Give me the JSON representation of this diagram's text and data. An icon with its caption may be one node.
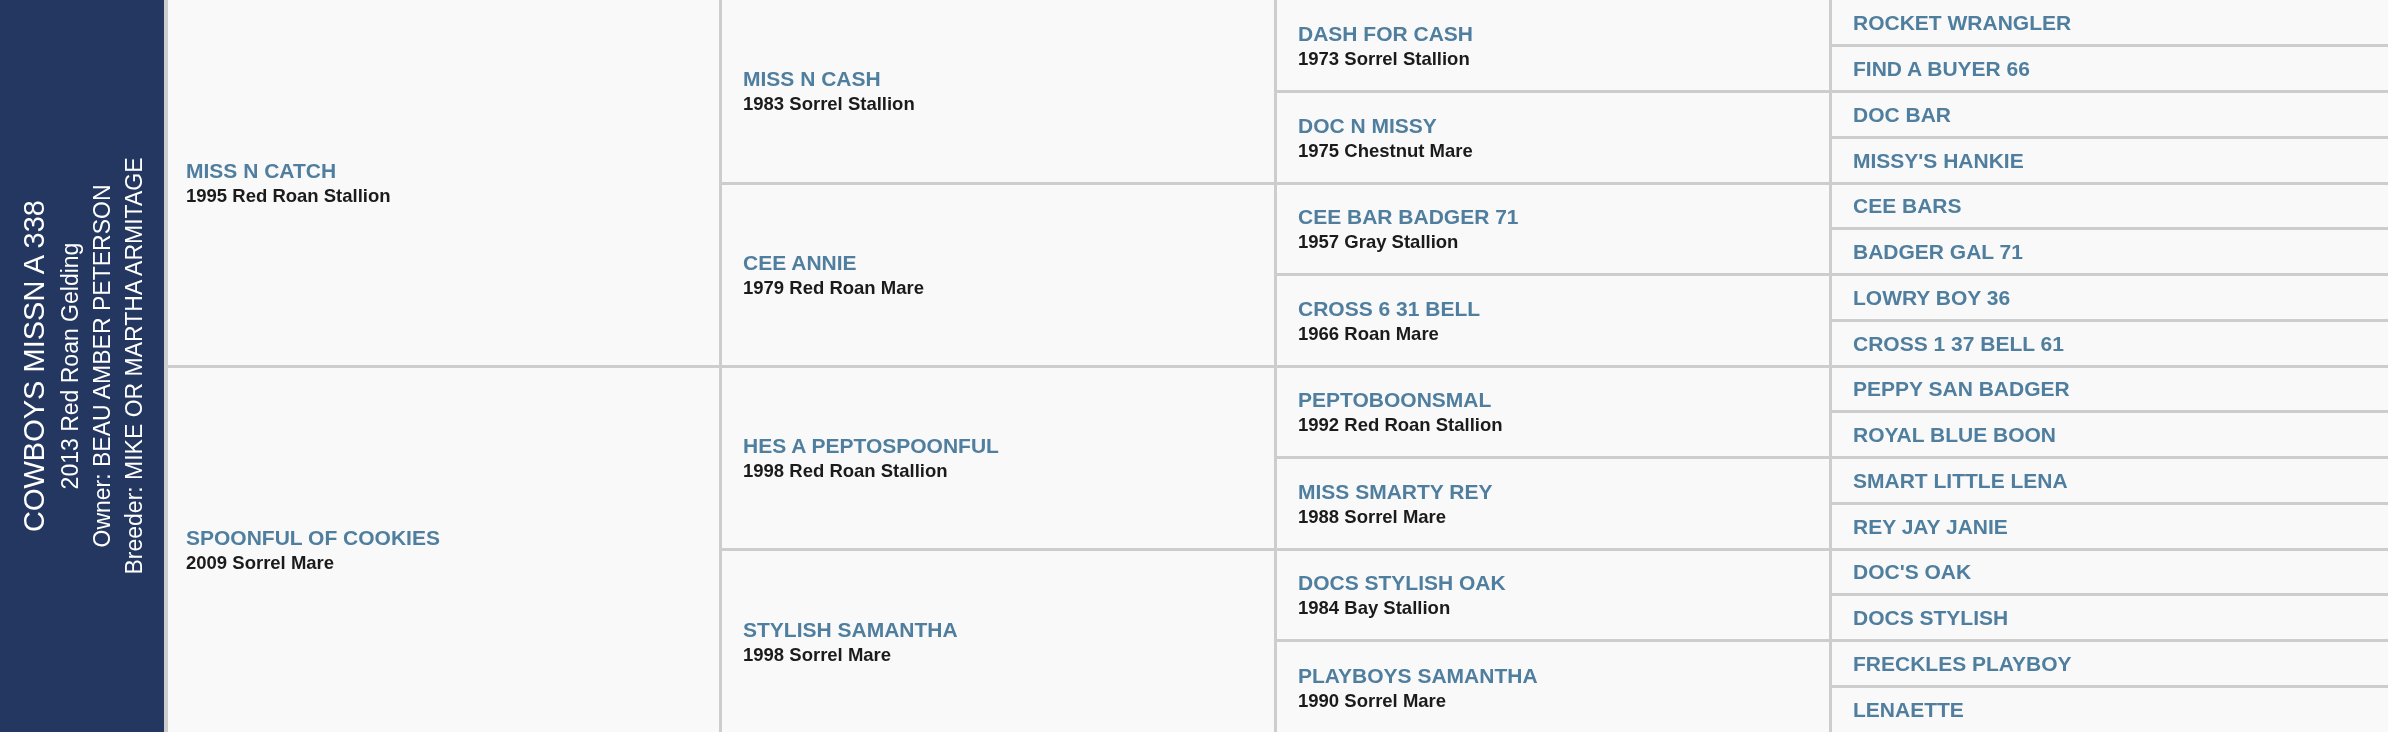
{
  "diagram": {
    "nodes": [
      {
        "text": [
          "COWBOYS MISSN A 338",
          "2013 Red Roan Gelding",
          "Owner: BEAU AMBER PETERSON",
          "Breeder: MIKE OR MARTHA ARMITAGE"
        ]
      },
      {
        "text": [
          "MISS N CATCH",
          "1995 Red Roan Stallion"
        ]
      },
      {
        "text": [
          "SPOONFUL OF COOKIES",
          "2009 Sorrel Mare"
        ]
      },
      {
        "text": [
          "MISS N CASH",
          "1983 Sorrel Stallion"
        ]
      },
      {
        "text": [
          "CEE ANNIE",
          "1979 Red Roan Mare"
        ]
      },
      {
        "text": [
          "HES A PEPTOSPOONFUL",
          "1998 Red Roan Stallion"
        ]
      },
      {
        "text": [
          "STYLISH SAMANTHA",
          "1998 Sorrel Mare"
        ]
      },
      {
        "text": [
          "DASH FOR CASH",
          "1973 Sorrel Stallion"
        ]
      },
      {
        "text": [
          "DOC N MISSY",
          "1975 Chestnut Mare"
        ]
      },
      {
        "text": [
          "CEE BAR BADGER 71",
          "1957 Gray Stallion"
        ]
      },
      {
        "text": [
          "CROSS 6 31 BELL",
          "1966 Roan Mare"
        ]
      },
      {
        "text": [
          "PEPTOBOONSMAL",
          "1992 Red Roan Stallion"
        ]
      },
      {
        "text": [
          "MISS SMARTY REY",
          "1988 Sorrel Mare"
        ]
      },
      {
        "text": [
          "DOCS STYLISH OAK",
          "1984 Bay Stallion"
        ]
      },
      {
        "text": [
          "PLAYBOYS SAMANTHA",
          "1990 Sorrel Mare"
        ]
      },
      {
        "text": [
          "ROCKET WRANGLER"
        ]
      },
      {
        "text": [
          "FIND A BUYER 66"
        ]
      },
      {
        "text": [
          "DOC BAR"
        ]
      },
      {
        "text": [
          "MISSY'S HANKIE"
        ]
      },
      {
        "text": [
          "CEE BARS"
        ]
      },
      {
        "text": [
          "BADGER GAL 71"
        ]
      },
      {
        "text": [
          "LOWRY BOY 36"
        ]
      },
      {
        "text": [
          "CROSS 1 37 BELL 61"
        ]
      },
      {
        "text": [
          "PEPPY SAN BADGER"
        ]
      },
      {
        "text": [
          "ROYAL BLUE BOON"
        ]
      },
      {
        "text": [
          "SMART LITTLE LENA"
        ]
      },
      {
        "text": [
          "REY JAY JANIE"
        ]
      },
      {
        "text": [
          "DOC'S OAK"
        ]
      },
      {
        "text": [
          "DOCS STYLISH"
        ]
      },
      {
        "text": [
          "FRECKLES PLAYBOY"
        ]
      },
      {
        "text": [
          "LENAETTE"
        ]
      }
    ]
  }
}
